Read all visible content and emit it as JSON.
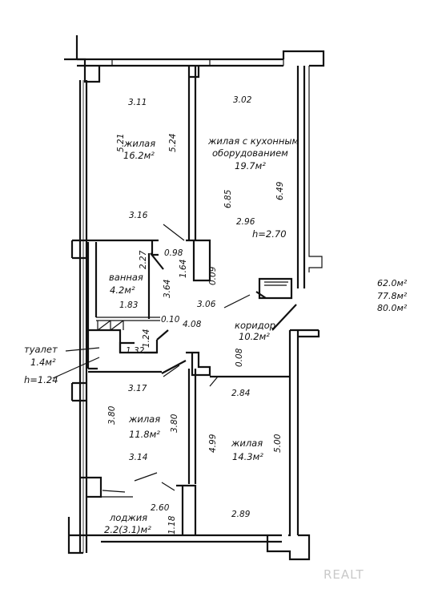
{
  "rooms": {
    "living1": {
      "name": "жилая",
      "area": "16.2м²"
    },
    "living2": {
      "name_line1": "жилая с кухонным",
      "name_line2": "оборудованием",
      "area": "19.7м²"
    },
    "bath": {
      "name": "ванная",
      "area": "4.2м²"
    },
    "corridor": {
      "name": "коридор",
      "area": "10.2м²"
    },
    "toilet": {
      "name": "туалет",
      "area": "1.4м²",
      "height": "h=1.24"
    },
    "living3": {
      "name": "жилая",
      "area": "11.8м²"
    },
    "living4": {
      "name": "жилая",
      "area": "14.3м²"
    },
    "loggia": {
      "name": "лоджия",
      "area": "2.2(3.1)м²"
    }
  },
  "heights": {
    "main": "h=2.70"
  },
  "totals": [
    "62.0м²",
    "77.8м²",
    "80.0м²"
  ],
  "dims": {
    "d311": "3.11",
    "d302": "3.02",
    "d521": "5.21",
    "d524": "5.24",
    "d685": "6.85",
    "d649": "6.49",
    "d316": "3.16",
    "d296": "2.96",
    "d227": "2.27",
    "d098": "0.98",
    "d164": "1.64",
    "d009": "0.09",
    "d364": "3.64",
    "d183": "1.83",
    "d306": "3.06",
    "d408": "4.08",
    "d010": "0.10",
    "d124": "1.24",
    "d132": "1.32",
    "d008": "0.08",
    "d317": "3.17",
    "d284": "2.84",
    "d380a": "3.80",
    "d380b": "3.80",
    "d314": "3.14",
    "d499": "4.99",
    "d500": "5.00",
    "d260": "2.60",
    "d118": "1.18",
    "d289": "2.89"
  },
  "watermark": "REALT"
}
